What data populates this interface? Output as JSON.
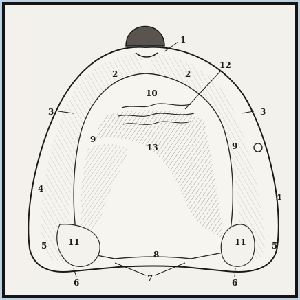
{
  "labels": [
    {
      "key": "label-1a",
      "text": "1"
    },
    {
      "key": "label-2a",
      "text": "2"
    },
    {
      "key": "label-2b",
      "text": "2"
    },
    {
      "key": "label-3a",
      "text": "3"
    },
    {
      "key": "label-3b",
      "text": "3"
    },
    {
      "key": "label-4a",
      "text": "4"
    },
    {
      "key": "label-4b",
      "text": "4"
    },
    {
      "key": "label-5a",
      "text": "5"
    },
    {
      "key": "label-5b",
      "text": "5"
    },
    {
      "key": "label-6a",
      "text": "6"
    },
    {
      "key": "label-6b",
      "text": "6"
    },
    {
      "key": "label-7",
      "text": "7"
    },
    {
      "key": "label-8",
      "text": "8"
    },
    {
      "key": "label-9a",
      "text": "9"
    },
    {
      "key": "label-9b",
      "text": "9"
    },
    {
      "key": "label-10",
      "text": "10"
    },
    {
      "key": "label-11a",
      "text": "11"
    },
    {
      "key": "label-11b",
      "text": "11"
    },
    {
      "key": "label-12",
      "text": "12"
    },
    {
      "key": "label-13",
      "text": "13"
    }
  ]
}
